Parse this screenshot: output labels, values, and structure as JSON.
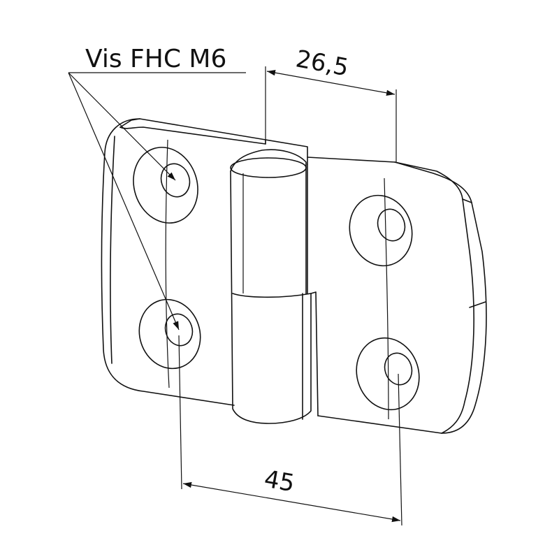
{
  "annotation": {
    "screw_label": "Vis FHC M6"
  },
  "dimensions": {
    "top": {
      "value": "26,5"
    },
    "bottom": {
      "value": "45"
    }
  },
  "colors": {
    "stroke": "#111111",
    "background": "#ffffff"
  }
}
